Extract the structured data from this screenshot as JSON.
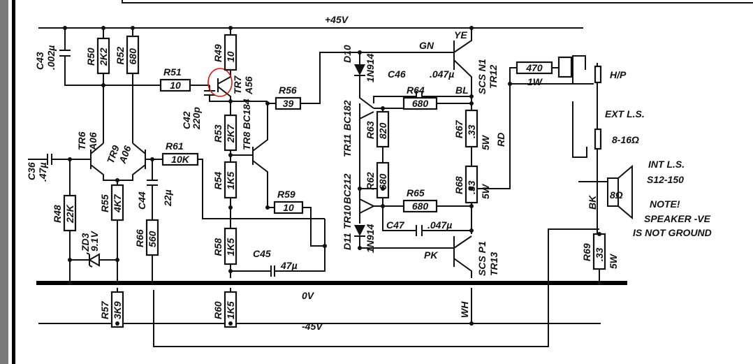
{
  "rails": {
    "positive": "+45V",
    "zero": "0V",
    "negative": "-45V"
  },
  "resistors": [
    {
      "ref": "R50",
      "value": "2K2"
    },
    {
      "ref": "R52",
      "value": "680"
    },
    {
      "ref": "R49",
      "value": "10"
    },
    {
      "ref": "R51",
      "value": "10"
    },
    {
      "ref": "R56",
      "value": "39"
    },
    {
      "ref": "R53",
      "value": "2K7"
    },
    {
      "ref": "R54",
      "value": "1K5"
    },
    {
      "ref": "R58",
      "value": "1K5"
    },
    {
      "ref": "R60",
      "value": "1K5"
    },
    {
      "ref": "R61",
      "value": "10K"
    },
    {
      "ref": "R59",
      "value": "10"
    },
    {
      "ref": "R48",
      "value": "22K"
    },
    {
      "ref": "R55",
      "value": "4K7"
    },
    {
      "ref": "R66",
      "value": "560"
    },
    {
      "ref": "R57",
      "value": "3K9"
    },
    {
      "ref": "R63",
      "value": "820"
    },
    {
      "ref": "R62",
      "value": "680"
    },
    {
      "ref": "R64",
      "value": "680"
    },
    {
      "ref": "R65",
      "value": "680"
    },
    {
      "ref": "R67",
      "value": ".33"
    },
    {
      "ref": "R68",
      "value": ".33"
    },
    {
      "ref": "R69",
      "value": ".33"
    },
    {
      "ref": "",
      "value": "470"
    }
  ],
  "resistor_power": {
    "r67": "5W",
    "r68": "5W",
    "r69": "5W",
    "r470": "1W"
  },
  "capacitors": [
    {
      "ref": "C43",
      "value": ".002µ"
    },
    {
      "ref": "C36",
      "value": ".47µ"
    },
    {
      "ref": "C42",
      "value": "220p"
    },
    {
      "ref": "C44",
      "value": "22µ"
    },
    {
      "ref": "C45",
      "value": "47µ"
    },
    {
      "ref": "C46",
      "value": ".047µ"
    },
    {
      "ref": "C47",
      "value": ".047µ"
    }
  ],
  "transistors": [
    {
      "ref": "TR6",
      "type": "A06"
    },
    {
      "ref": "TR9",
      "type": "A06"
    },
    {
      "ref": "TR7",
      "type": "A56"
    },
    {
      "ref": "TR8",
      "type": "BC184"
    },
    {
      "ref": "TR11",
      "type": "BC182"
    },
    {
      "ref": "TR10",
      "type": "BC212"
    },
    {
      "ref": "TR12",
      "type": "SCS N1"
    },
    {
      "ref": "TR13",
      "type": "SCS P1"
    }
  ],
  "diodes": [
    {
      "ref": "D10",
      "type": "1N914"
    },
    {
      "ref": "D11",
      "type": "1N914"
    },
    {
      "ref": "ZD3",
      "type": "9.1V"
    }
  ],
  "wire_colors": {
    "gn": "GN",
    "ye": "YE",
    "bl": "BL",
    "rd": "RD",
    "pk": "PK",
    "wh": "WH",
    "bk": "BK"
  },
  "outputs": {
    "headphone": "H/P",
    "ext": "EXT L.S.",
    "ext_imp": "8-16Ω",
    "int": "INT L.S.",
    "int_model": "S12-150",
    "int_imp": "8Ω"
  },
  "note": {
    "title": "NOTE!",
    "line1": "SPEAKER -VE",
    "line2": "IS NOT GROUND"
  },
  "highlight_color": "#e01010"
}
